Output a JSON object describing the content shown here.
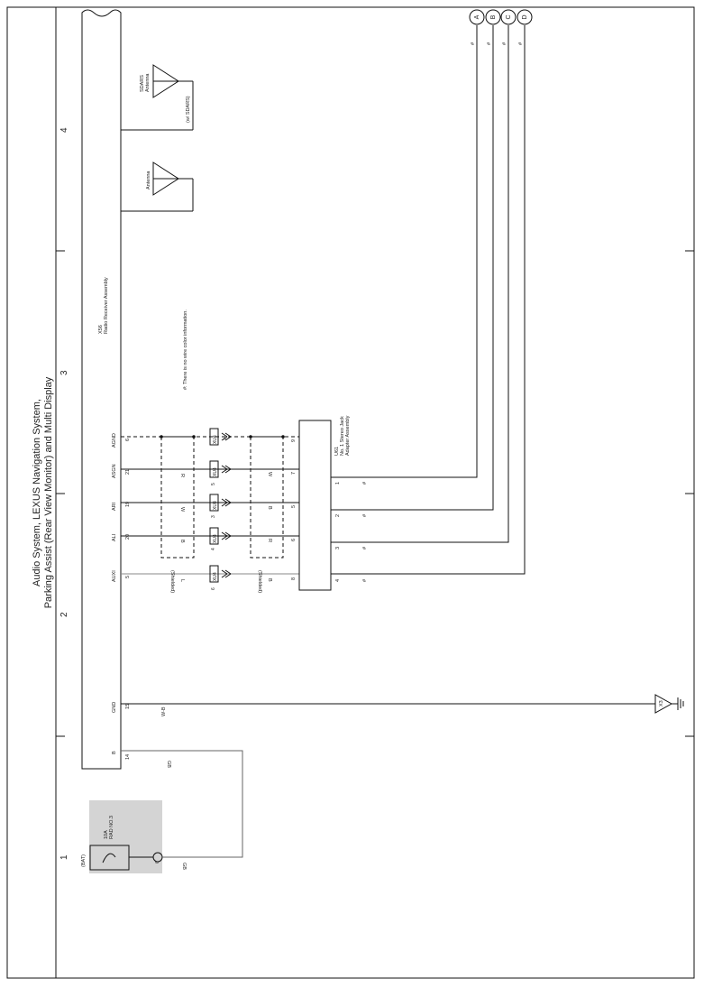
{
  "title_line1": "Audio System,  LEXUS Navigation System,",
  "title_line2": "Parking Assist (Rear View Monitor) and Multi Display",
  "sections": [
    "1",
    "2",
    "3",
    "4"
  ],
  "radio": {
    "code": "X56",
    "name": "Radio Receiver Assembly"
  },
  "note": "#: There is no wire color information.",
  "sdars_antenna": {
    "name1": "SDARS",
    "name2": "Antenna",
    "condition": "(w/ SDARS)"
  },
  "antenna": {
    "name": "Antenna"
  },
  "stereo_jack": {
    "code": "U61",
    "name1": "No. 1 Stereo Jack",
    "name2": "Adapter Assembly"
  },
  "terminals": {
    "agnd": "AGND",
    "asgn": "ASGN",
    "ari": "ARI",
    "ali": "ALI",
    "auxi": "AUXI",
    "gnd": "GND",
    "b": "B"
  },
  "pins": {
    "agnd": "6",
    "asgn": "21",
    "ari": "19",
    "ali": "20",
    "auxi": "5",
    "gnd": "15",
    "b": "14",
    "jack_agnd": "9",
    "jack_asgn": "7",
    "jack_ari": "5",
    "jack_ali": "6",
    "jack_auxi": "8",
    "jack_out1": "1",
    "jack_out2": "2",
    "jack_out3": "3",
    "jack_out4": "4"
  },
  "connectors": {
    "c1": "XU4",
    "c1_pin_agnd": "7",
    "c1_pin_asgn": "5",
    "c1_pin_ari": "3",
    "c1_pin_ali": "4",
    "c1_pin_auxi": "6"
  },
  "wire_colors": {
    "asgn_left": "R",
    "ari_left": "W",
    "ali_left": "B",
    "auxi_left": "L",
    "asgn_right": "W",
    "ari_right": "B",
    "ali_right": "R",
    "auxi_right": "B",
    "gnd": "W-B",
    "b_top": "GB",
    "b_bottom": "GB"
  },
  "shielded": "(Shielded)",
  "hash": "#",
  "offpage": [
    "A",
    "B",
    "C",
    "D"
  ],
  "ground": "X3",
  "fuse": {
    "rating": "10A",
    "name": "RAD NO.3",
    "source": "(BAT)",
    "pin": "6"
  }
}
